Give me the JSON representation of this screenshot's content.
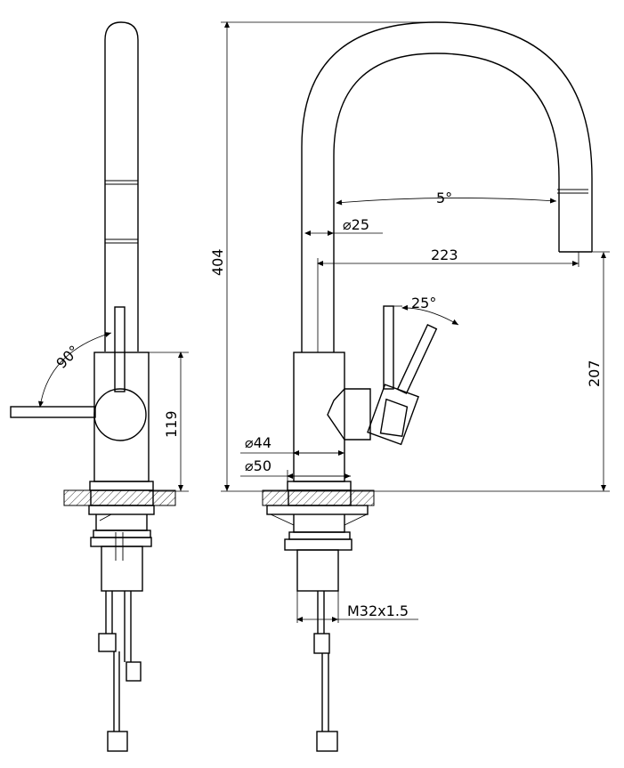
{
  "dimensions": {
    "angle_lever_front": "90°",
    "height_body": "119",
    "total_height": "404",
    "spout_angle": "5°",
    "spout_diameter": "⌀25",
    "reach": "223",
    "lever_angle": "25°",
    "spout_height": "207",
    "body_diameter": "⌀44",
    "base_diameter": "⌀50",
    "thread": "M32x1.5"
  }
}
